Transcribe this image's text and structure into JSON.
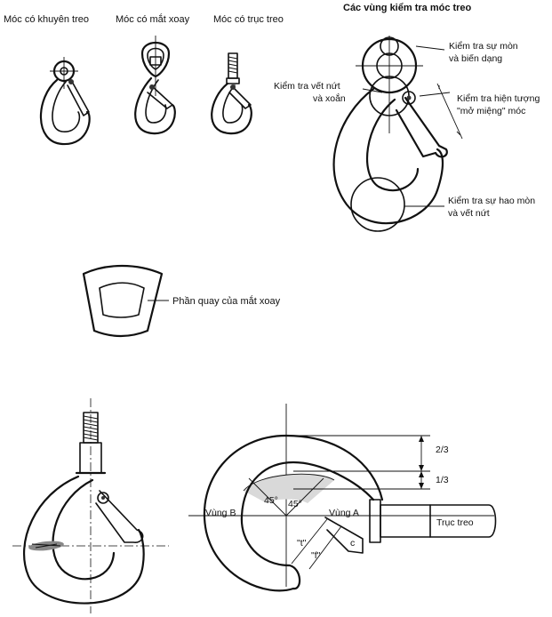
{
  "top_labels": {
    "eye_hook": "Móc có khuyên treo",
    "swivel_hook": "Móc có mắt xoay",
    "shank_hook": "Móc có trục treo",
    "inspection_title": "Các vùng kiểm tra móc treo"
  },
  "inspection": {
    "wear_deform": [
      "Kiểm tra sự mòn",
      "và biến dạng"
    ],
    "crack_twist": [
      "Kiểm tra vết nứt",
      "và xoắn"
    ],
    "mouth_open": [
      "Kiểm tra hiện tượng",
      "\"mở miệng\" móc"
    ],
    "wear_crack": [
      "Kiểm tra sự hao mòn",
      "và vết nứt"
    ]
  },
  "swivel_part": "Phần quay của mắt xoay",
  "dimension": {
    "ratio_top": "2/3",
    "ratio_bottom": "1/3",
    "angle_left": "45°",
    "angle_right": "45°",
    "zone_b": "Vùng B",
    "zone_a": "Vùng A",
    "shaft": "Trục treo",
    "dim_t_upper": "\"t\"",
    "dim_t_lower": "\"f\"",
    "point_c": "c"
  }
}
